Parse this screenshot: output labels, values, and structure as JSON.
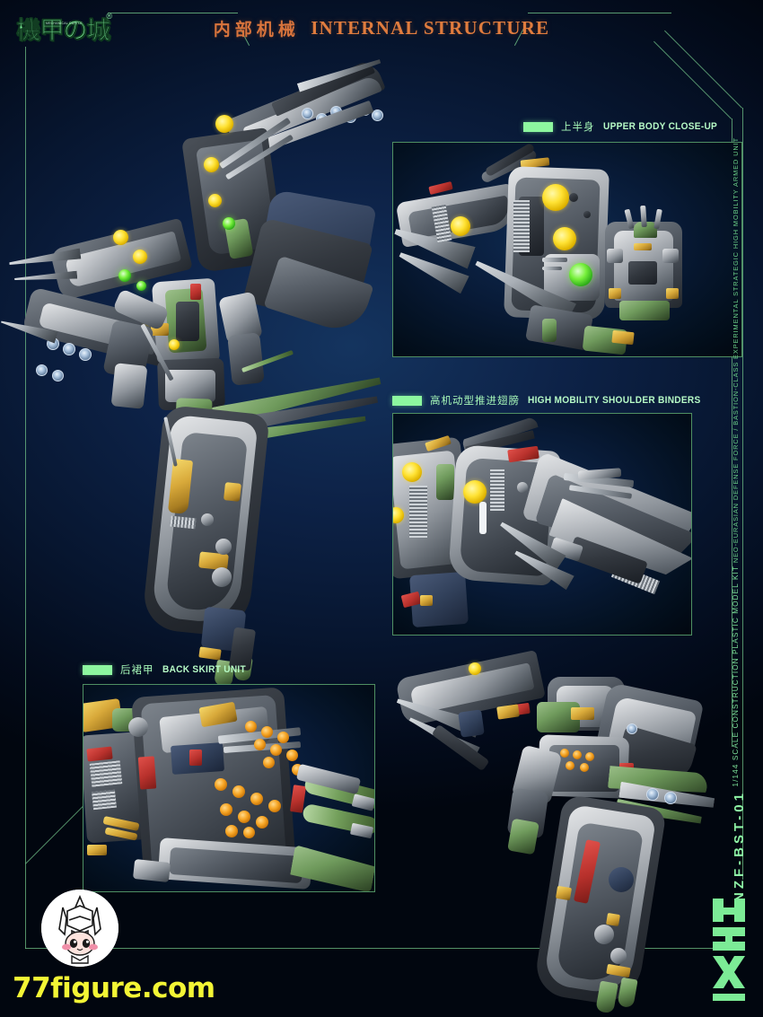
{
  "brand": {
    "logo_cjk": "機甲の城",
    "logo_micro": "MECHANICAL CASTLE",
    "registered_mark": "®"
  },
  "header": {
    "title_cjk": "内部机械",
    "title_en": "INTERNAL STRUCTURE",
    "accent_color": "#d8743c"
  },
  "sections": [
    {
      "id": "upper-body",
      "cjk": "上半身",
      "en": "UPPER BODY CLOSE-UP"
    },
    {
      "id": "shoulder-binders",
      "cjk": "高机动型推进翅膀",
      "en": "HIGH MOBILITY SHOULDER BINDERS"
    },
    {
      "id": "back-skirt",
      "cjk": "后裙甲",
      "en": "BACK SKIRT UNIT"
    }
  ],
  "spec": {
    "model_code": "NZF-BST-01",
    "scale_line": "1/144 SCALE CONSTRUCTION PLASTIC MODEL KIT",
    "faction_line": "NEO-EURASIAN DEFENSE FORCE / BASTION-CLASS EXPERIMENTAL  STRATEGIC HIGH MOBILITY ARMED UNIT"
  },
  "watermark": {
    "text": "77figure.com",
    "color": "#f3f535"
  },
  "theme": {
    "frame_green": "#6fbf86",
    "label_green": "#8df79f",
    "background_navy": "#0d2247"
  }
}
